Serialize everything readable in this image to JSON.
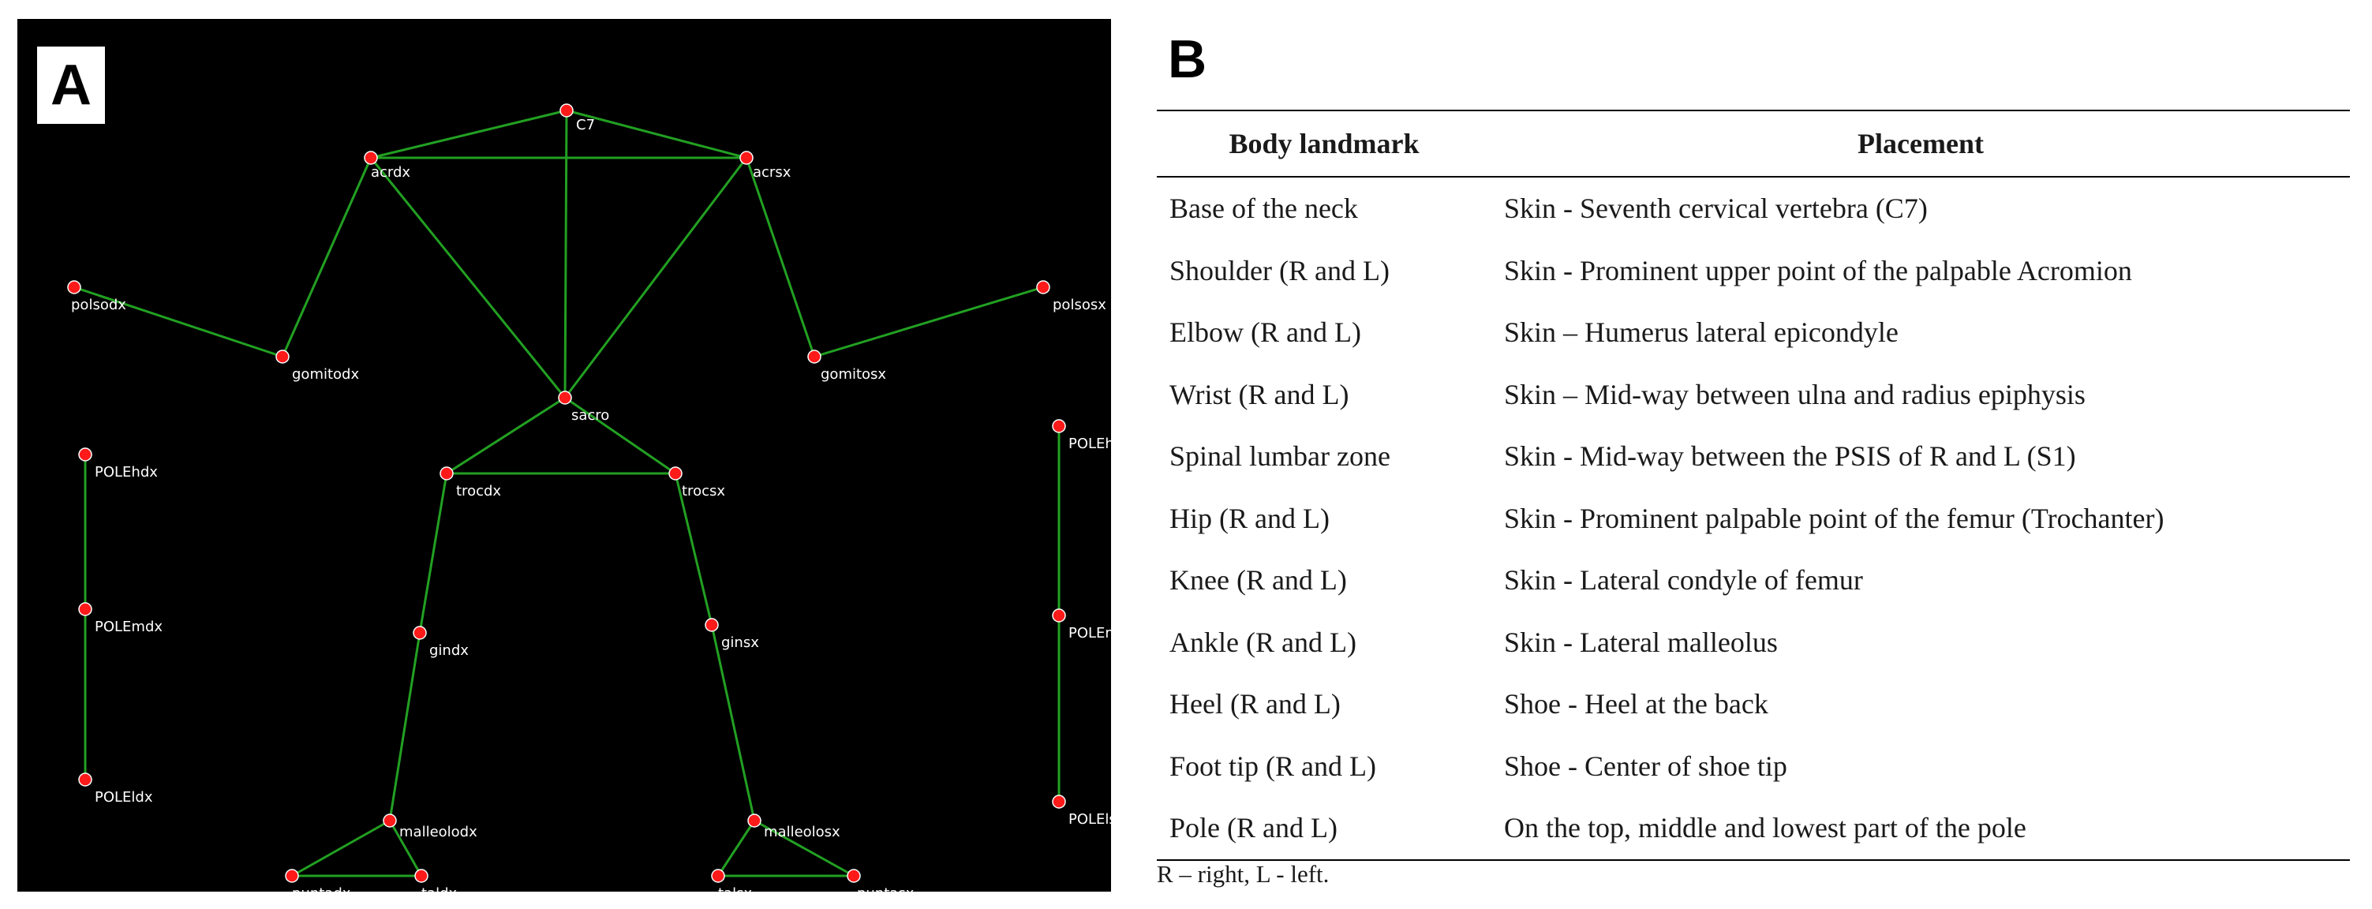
{
  "panel_a": {
    "label": "A",
    "colors": {
      "background": "#000000",
      "bone": "#22a022",
      "marker_fill": "#ff1a1a",
      "marker_stroke": "#ffffff",
      "label": "#ffffff"
    },
    "markers": [
      {
        "id": "C7",
        "label": "C7"
      },
      {
        "id": "acrdx",
        "label": "acrdx"
      },
      {
        "id": "acrsx",
        "label": "acrsx"
      },
      {
        "id": "polsodx",
        "label": "polsodx"
      },
      {
        "id": "gomitodx",
        "label": "gomitodx"
      },
      {
        "id": "sacro",
        "label": "sacro"
      },
      {
        "id": "gomitosx",
        "label": "gomitosx"
      },
      {
        "id": "polsosx",
        "label": "polsosx"
      },
      {
        "id": "trocdx",
        "label": "trocdx"
      },
      {
        "id": "trocsx",
        "label": "trocsx"
      },
      {
        "id": "gindx",
        "label": "gindx"
      },
      {
        "id": "ginsx",
        "label": "ginsx"
      },
      {
        "id": "malleolodx",
        "label": "malleolodx"
      },
      {
        "id": "malleolosx",
        "label": "malleolosx"
      },
      {
        "id": "puntadx",
        "label": "puntadx"
      },
      {
        "id": "taldx",
        "label": "taldx"
      },
      {
        "id": "talsx",
        "label": "talsx"
      },
      {
        "id": "puntasx",
        "label": "puntasx"
      },
      {
        "id": "POLEhdx",
        "label": "POLEhdx"
      },
      {
        "id": "POLEmdx",
        "label": "POLEmdx"
      },
      {
        "id": "POLEldx",
        "label": "POLEldx"
      },
      {
        "id": "POLEhsx",
        "label": "POLEhsx"
      },
      {
        "id": "POLEmsx",
        "label": "POLEmsx"
      },
      {
        "id": "POLElsx",
        "label": "POLElsx"
      }
    ],
    "connections": [
      [
        "C7",
        "acrdx"
      ],
      [
        "C7",
        "acrsx"
      ],
      [
        "C7",
        "sacro"
      ],
      [
        "acrdx",
        "acrsx"
      ],
      [
        "acrdx",
        "sacro"
      ],
      [
        "acrsx",
        "sacro"
      ],
      [
        "acrdx",
        "gomitodx"
      ],
      [
        "gomitodx",
        "polsodx"
      ],
      [
        "acrsx",
        "gomitosx"
      ],
      [
        "gomitosx",
        "polsosx"
      ],
      [
        "sacro",
        "trocdx"
      ],
      [
        "sacro",
        "trocsx"
      ],
      [
        "trocdx",
        "trocsx"
      ],
      [
        "trocdx",
        "gindx"
      ],
      [
        "gindx",
        "malleolodx"
      ],
      [
        "malleolodx",
        "puntadx"
      ],
      [
        "malleolodx",
        "taldx"
      ],
      [
        "puntadx",
        "taldx"
      ],
      [
        "trocsx",
        "ginsx"
      ],
      [
        "ginsx",
        "malleolosx"
      ],
      [
        "malleolosx",
        "talsx"
      ],
      [
        "malleolosx",
        "puntasx"
      ],
      [
        "talsx",
        "puntasx"
      ],
      [
        "POLEhdx",
        "POLEmdx"
      ],
      [
        "POLEmdx",
        "POLEldx"
      ],
      [
        "POLEhsx",
        "POLEmsx"
      ],
      [
        "POLEmsx",
        "POLElsx"
      ]
    ]
  },
  "panel_b": {
    "label": "B",
    "headers": [
      "Body landmark",
      "Placement"
    ],
    "rows": [
      [
        "Base of the neck",
        "Skin - Seventh cervical vertebra (C7)"
      ],
      [
        "Shoulder (R and L)",
        "Skin - Prominent upper point of the palpable Acromion"
      ],
      [
        "Elbow (R and L)",
        "Skin – Humerus lateral epicondyle"
      ],
      [
        "Wrist (R and L)",
        "Skin – Mid-way between ulna and radius epiphysis"
      ],
      [
        "Spinal lumbar zone",
        "Skin - Mid-way between the PSIS of R and L (S1)"
      ],
      [
        "Hip (R and L)",
        "Skin - Prominent palpable point of the femur (Trochanter)"
      ],
      [
        "Knee (R and L)",
        "Skin - Lateral condyle of femur"
      ],
      [
        "Ankle (R and L)",
        "Skin - Lateral malleolus"
      ],
      [
        "Heel (R and L)",
        "Shoe - Heel at the back"
      ],
      [
        "Foot tip (R and L)",
        "Shoe - Center of shoe tip"
      ],
      [
        "Pole (R and L)",
        "On the top, middle and lowest part of the pole"
      ]
    ],
    "footnote": "R – right, L - left."
  }
}
